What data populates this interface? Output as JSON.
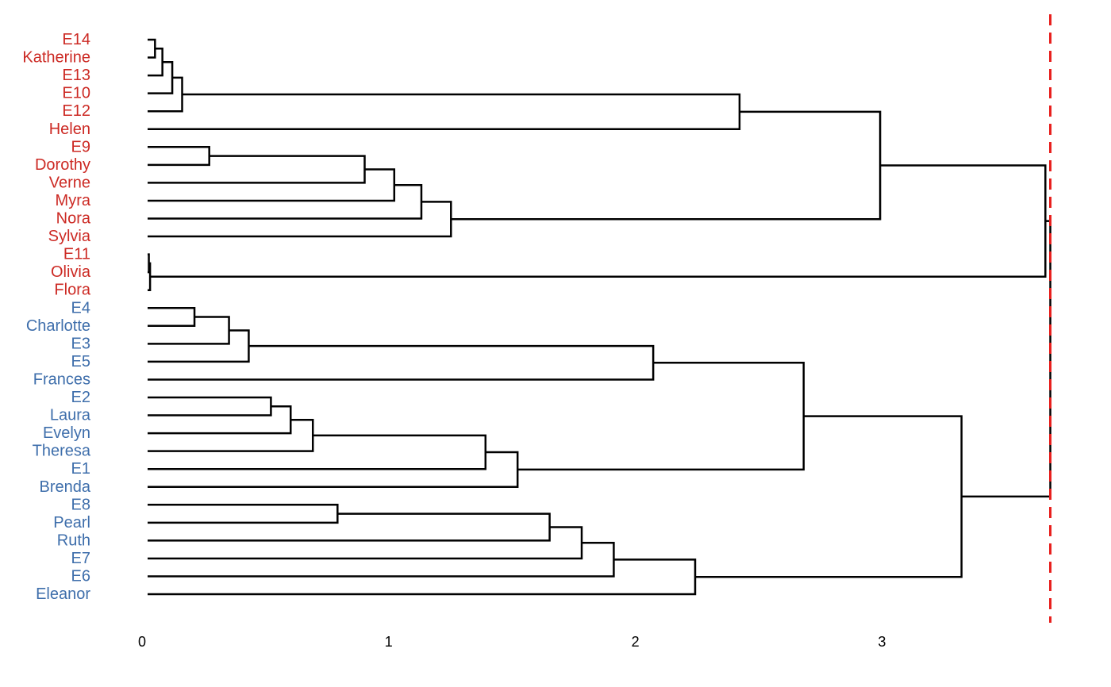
{
  "chart_data": {
    "type": "dendrogram",
    "orientation": "horizontal",
    "xlim": [
      0,
      3.7
    ],
    "xticks": [
      0,
      1,
      2,
      3
    ],
    "cut_height": 3.66,
    "colors": {
      "group1": "#cc2a24",
      "group2": "#3e6eab",
      "cut_line": "#e8201e",
      "branch": "#000000"
    },
    "leaves": [
      {
        "label": "E14",
        "group": 1
      },
      {
        "label": "Katherine",
        "group": 1
      },
      {
        "label": "E13",
        "group": 1
      },
      {
        "label": "E10",
        "group": 1
      },
      {
        "label": "E12",
        "group": 1
      },
      {
        "label": "Helen",
        "group": 1
      },
      {
        "label": "E9",
        "group": 1
      },
      {
        "label": "Dorothy",
        "group": 1
      },
      {
        "label": "Verne",
        "group": 1
      },
      {
        "label": "Myra",
        "group": 1
      },
      {
        "label": "Nora",
        "group": 1
      },
      {
        "label": "Sylvia",
        "group": 1
      },
      {
        "label": "E11",
        "group": 1
      },
      {
        "label": "Olivia",
        "group": 1
      },
      {
        "label": "Flora",
        "group": 1
      },
      {
        "label": "E4",
        "group": 2
      },
      {
        "label": "Charlotte",
        "group": 2
      },
      {
        "label": "E3",
        "group": 2
      },
      {
        "label": "E5",
        "group": 2
      },
      {
        "label": "Frances",
        "group": 2
      },
      {
        "label": "E2",
        "group": 2
      },
      {
        "label": "Laura",
        "group": 2
      },
      {
        "label": "Evelyn",
        "group": 2
      },
      {
        "label": "Theresa",
        "group": 2
      },
      {
        "label": "E1",
        "group": 2
      },
      {
        "label": "Brenda",
        "group": 2
      },
      {
        "label": "E8",
        "group": 2
      },
      {
        "label": "Pearl",
        "group": 2
      },
      {
        "label": "Ruth",
        "group": 2
      },
      {
        "label": "E7",
        "group": 2
      },
      {
        "label": "E6",
        "group": 2
      },
      {
        "label": "Eleanor",
        "group": 2
      }
    ],
    "merges": [
      {
        "id": "m1",
        "a": "E14",
        "b": "Katherine",
        "height": 0.03
      },
      {
        "id": "m2",
        "a": "m1",
        "b": "E13",
        "height": 0.06
      },
      {
        "id": "m3",
        "a": "m2",
        "b": "E10",
        "height": 0.1
      },
      {
        "id": "m4",
        "a": "m3",
        "b": "E12",
        "height": 0.14
      },
      {
        "id": "m5",
        "a": "m4",
        "b": "Helen",
        "height": 2.4
      },
      {
        "id": "m6",
        "a": "E9",
        "b": "Dorothy",
        "height": 0.25
      },
      {
        "id": "m7",
        "a": "m6",
        "b": "Verne",
        "height": 0.88
      },
      {
        "id": "m8",
        "a": "m7",
        "b": "Myra",
        "height": 1.0
      },
      {
        "id": "m9",
        "a": "m8",
        "b": "Nora",
        "height": 1.11
      },
      {
        "id": "m10",
        "a": "m9",
        "b": "Sylvia",
        "height": 1.23
      },
      {
        "id": "m11",
        "a": "m5",
        "b": "m10",
        "height": 2.97
      },
      {
        "id": "m12",
        "a": "E11",
        "b": "Olivia",
        "height": 0.005
      },
      {
        "id": "m13",
        "a": "m12",
        "b": "Flora",
        "height": 0.01
      },
      {
        "id": "m14",
        "a": "m11",
        "b": "m13",
        "height": 3.64
      },
      {
        "id": "m15",
        "a": "E4",
        "b": "Charlotte",
        "height": 0.19
      },
      {
        "id": "m16",
        "a": "m15",
        "b": "E3",
        "height": 0.33
      },
      {
        "id": "m17",
        "a": "m16",
        "b": "E5",
        "height": 0.41
      },
      {
        "id": "m18",
        "a": "m17",
        "b": "Frances",
        "height": 2.05
      },
      {
        "id": "m19",
        "a": "E2",
        "b": "Laura",
        "height": 0.5
      },
      {
        "id": "m20",
        "a": "m19",
        "b": "Evelyn",
        "height": 0.58
      },
      {
        "id": "m21",
        "a": "m20",
        "b": "Theresa",
        "height": 0.67
      },
      {
        "id": "m22",
        "a": "m21",
        "b": "E1",
        "height": 1.37
      },
      {
        "id": "m23",
        "a": "m22",
        "b": "Brenda",
        "height": 1.5
      },
      {
        "id": "m24",
        "a": "m18",
        "b": "m23",
        "height": 2.66
      },
      {
        "id": "m25",
        "a": "E8",
        "b": "Pearl",
        "height": 0.77
      },
      {
        "id": "m26",
        "a": "m25",
        "b": "Ruth",
        "height": 1.63
      },
      {
        "id": "m27",
        "a": "m26",
        "b": "E7",
        "height": 1.76
      },
      {
        "id": "m28",
        "a": "m27",
        "b": "E6",
        "height": 1.89
      },
      {
        "id": "m29",
        "a": "m28",
        "b": "Eleanor",
        "height": 2.22
      },
      {
        "id": "m30",
        "a": "m24",
        "b": "m29",
        "height": 3.3
      },
      {
        "id": "m31",
        "a": "m14",
        "b": "m30",
        "height": 3.66
      }
    ]
  }
}
